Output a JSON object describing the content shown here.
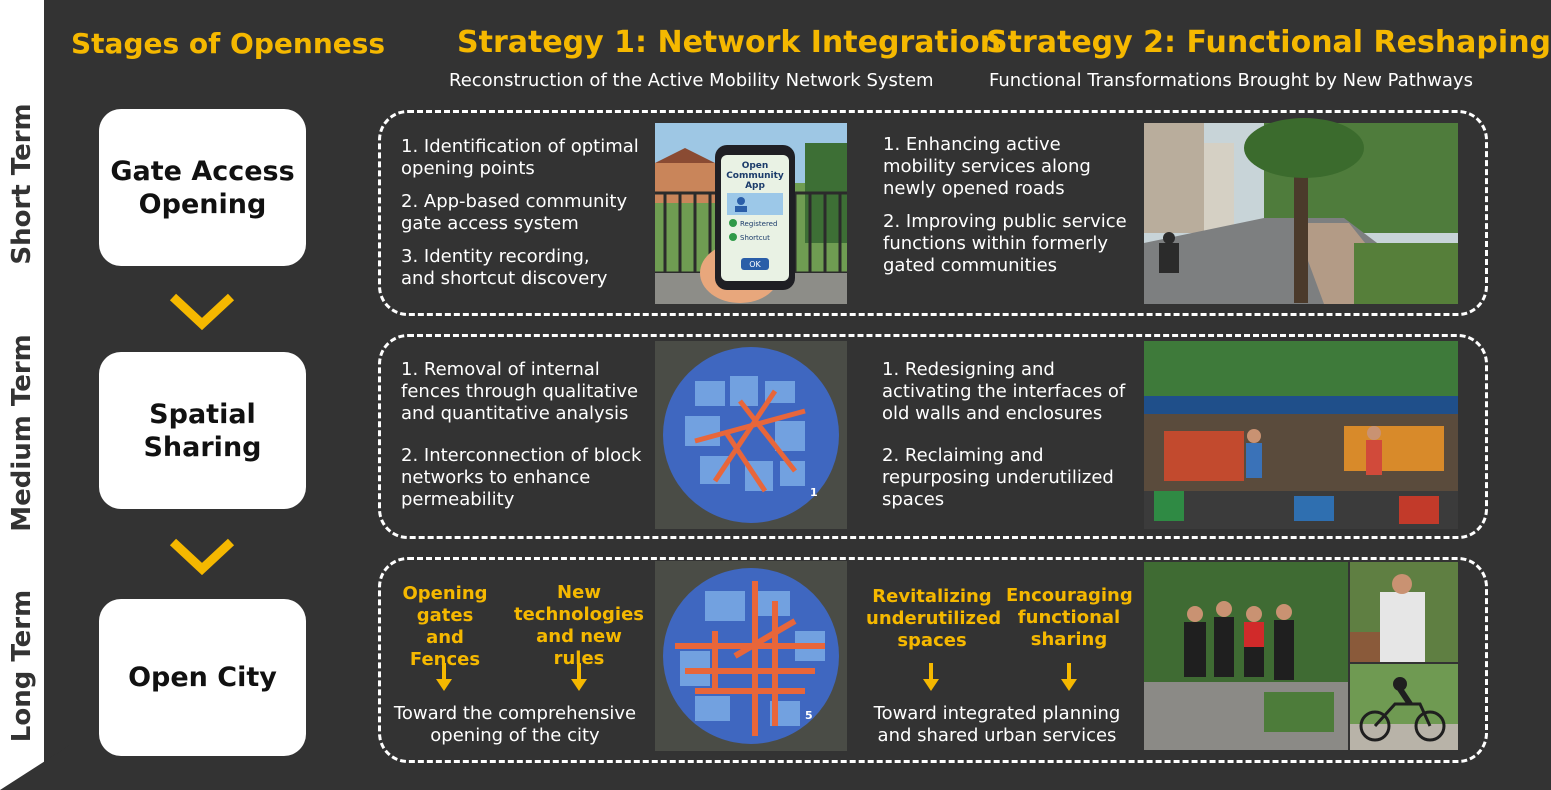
{
  "headers": {
    "stages": "Stages of Openness",
    "strategy1": "Strategy 1: Network Integration",
    "strategy1_sub": "Reconstruction of the Active Mobility Network System",
    "strategy2": "Strategy 2: Functional Reshaping",
    "strategy2_sub": "Functional Transformations Brought by New Pathways"
  },
  "terms": {
    "short": "Short Term",
    "medium": "Medium Term",
    "long": "Long Term"
  },
  "stages": {
    "s1_line1": "Gate Access",
    "s1_line2": "Opening",
    "s2_line1": "Spatial",
    "s2_line2": "Sharing",
    "s3": "Open City"
  },
  "short_term": {
    "net_items": [
      [
        "1. Identification of optimal",
        "opening points"
      ],
      [
        "2. App-based community",
        "gate access system"
      ],
      [
        "3. Identity recording,",
        "and shortcut discovery"
      ]
    ],
    "func_items": [
      [
        "1. Enhancing active",
        "mobility services along",
        "newly opened roads"
      ],
      [
        "2. Improving public service",
        "functions within formerly",
        "gated communities"
      ]
    ],
    "app": {
      "title_l1": "Open",
      "title_l2": "Community",
      "title_l3": "App",
      "registered": "Registered",
      "shortcut": "Shortcut",
      "ok": "OK"
    }
  },
  "medium_term": {
    "net_items": [
      [
        "1. Removal of internal",
        "fences through qualitative",
        "and quantitative analysis"
      ],
      [
        "2. Interconnection of block",
        "networks to enhance",
        "permeability"
      ]
    ],
    "func_items": [
      [
        "1. Redesigning and",
        "activating the interfaces of",
        "old walls and enclosures"
      ],
      [
        "2. Reclaiming and",
        "repurposing underutilized",
        "spaces"
      ]
    ],
    "map_number": "1"
  },
  "long_term": {
    "net_col1": [
      "Opening",
      "gates and",
      "Fences"
    ],
    "net_col2": [
      "New",
      "technologies",
      "and new rules"
    ],
    "net_result": [
      "Toward the comprehensive",
      "opening of the city"
    ],
    "func_col1": [
      "Revitalizing",
      "underutilized",
      "spaces"
    ],
    "func_col2": [
      "Encouraging",
      "functional",
      "sharing"
    ],
    "func_result": [
      "Toward integrated planning",
      "and shared urban services"
    ],
    "map_number": "5"
  },
  "colors": {
    "background": "#333333",
    "accent": "#f5b800",
    "stage_box": "#ffffff",
    "map_blue": "#3f67c0",
    "map_orange": "#e8663a"
  }
}
